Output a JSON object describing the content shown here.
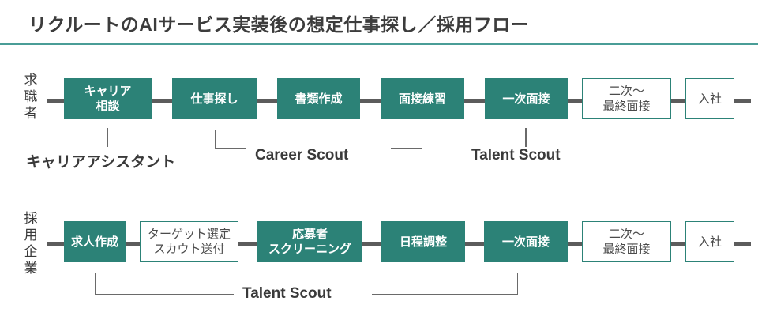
{
  "header": {
    "title": "リクルートのAIサービス実装後の想定仕事探し／採用フロー",
    "rule_color": "#4a9d97"
  },
  "theme": {
    "accent": "#2c8277",
    "connector": "#5c5c5c",
    "text": "#3a3a3a"
  },
  "rows": [
    {
      "id": "jobseeker",
      "side_label": "求職者",
      "side_label_chars": [
        "求",
        "職",
        "者"
      ],
      "nodes": [
        {
          "label": "キャリア\n相談",
          "style": "filled"
        },
        {
          "label": "仕事探し",
          "style": "filled"
        },
        {
          "label": "書類作成",
          "style": "filled"
        },
        {
          "label": "面接練習",
          "style": "filled"
        },
        {
          "label": "一次面接",
          "style": "filled"
        },
        {
          "label": "二次〜\n最終面接",
          "style": "outline"
        },
        {
          "label": "入社",
          "style": "outline"
        }
      ],
      "annotations": [
        {
          "label": "キャリアアシスタント",
          "kind": "tick"
        },
        {
          "label": "Career Scout",
          "kind": "bracket-pair"
        },
        {
          "label": "Talent Scout",
          "kind": "tick"
        }
      ]
    },
    {
      "id": "employer",
      "side_label": "採用企業",
      "side_label_chars": [
        "採",
        "用",
        "企",
        "業"
      ],
      "nodes": [
        {
          "label": "求人作成",
          "style": "filled"
        },
        {
          "label": "ターゲット選定\nスカウト送付",
          "style": "outline"
        },
        {
          "label": "応募者\nスクリーニング",
          "style": "filled"
        },
        {
          "label": "日程調整",
          "style": "filled"
        },
        {
          "label": "一次面接",
          "style": "filled"
        },
        {
          "label": "二次〜\n最終面接",
          "style": "outline"
        },
        {
          "label": "入社",
          "style": "outline"
        }
      ],
      "annotations": [
        {
          "label": "Talent Scout",
          "kind": "bracket-pair"
        }
      ]
    }
  ]
}
